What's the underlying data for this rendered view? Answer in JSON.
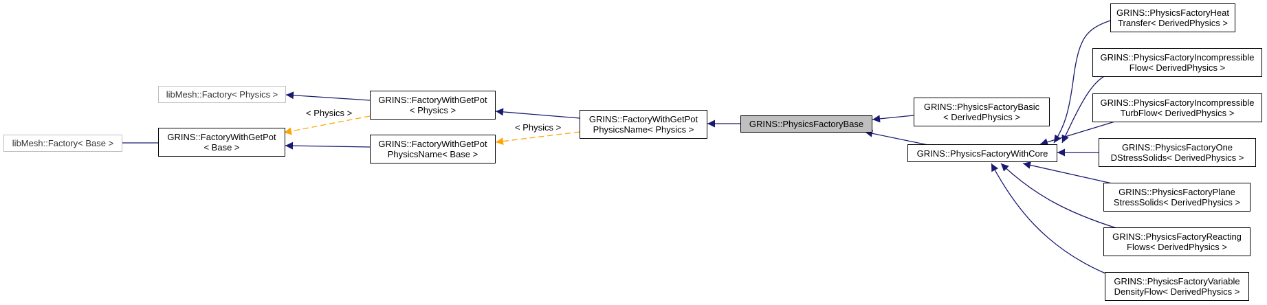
{
  "colors": {
    "inheritance_edge": "#191970",
    "template_edge": "#ffa500",
    "node_border": "#000000",
    "external_node_border": "#bfbfbf",
    "focus_fill": "#bfbfbf"
  },
  "nodes": {
    "factory_base": {
      "lines": [
        "libMesh::Factory< Base >"
      ]
    },
    "factory_physics": {
      "lines": [
        "libMesh::Factory< Physics >"
      ]
    },
    "fwgp_base": {
      "lines": [
        "GRINS::FactoryWithGetPot",
        "< Base >"
      ]
    },
    "fwgp_physics": {
      "lines": [
        "GRINS::FactoryWithGetPot",
        "< Physics >"
      ]
    },
    "fwgpn_base": {
      "lines": [
        "GRINS::FactoryWithGetPot",
        "PhysicsName< Base >"
      ]
    },
    "fwgpn_physics": {
      "lines": [
        "GRINS::FactoryWithGetPot",
        "PhysicsName< Physics >"
      ]
    },
    "physics_factory_base": {
      "lines": [
        "GRINS::PhysicsFactoryBase"
      ]
    },
    "physics_factory_basic": {
      "lines": [
        "GRINS::PhysicsFactoryBasic",
        "< DerivedPhysics >"
      ]
    },
    "physics_factory_with_core": {
      "lines": [
        "GRINS::PhysicsFactoryWithCore"
      ]
    },
    "pf_heat_transfer": {
      "lines": [
        "GRINS::PhysicsFactoryHeat",
        "Transfer< DerivedPhysics >"
      ]
    },
    "pf_incompressible_flow": {
      "lines": [
        "GRINS::PhysicsFactoryIncompressible",
        "Flow< DerivedPhysics >"
      ]
    },
    "pf_incompressible_turb": {
      "lines": [
        "GRINS::PhysicsFactoryIncompressible",
        "TurbFlow< DerivedPhysics >"
      ]
    },
    "pf_one_d_stress": {
      "lines": [
        "GRINS::PhysicsFactoryOne",
        "DStressSolids< DerivedPhysics >"
      ]
    },
    "pf_plane_stress": {
      "lines": [
        "GRINS::PhysicsFactoryPlane",
        "StressSolids< DerivedPhysics >"
      ]
    },
    "pf_reacting_flows": {
      "lines": [
        "GRINS::PhysicsFactoryReacting",
        "Flows< DerivedPhysics >"
      ]
    },
    "pf_variable_density": {
      "lines": [
        "GRINS::PhysicsFactoryVariable",
        "DensityFlow< DerivedPhysics >"
      ]
    }
  },
  "edge_labels": {
    "physics_1": "< Physics >",
    "physics_2": "< Physics >"
  }
}
